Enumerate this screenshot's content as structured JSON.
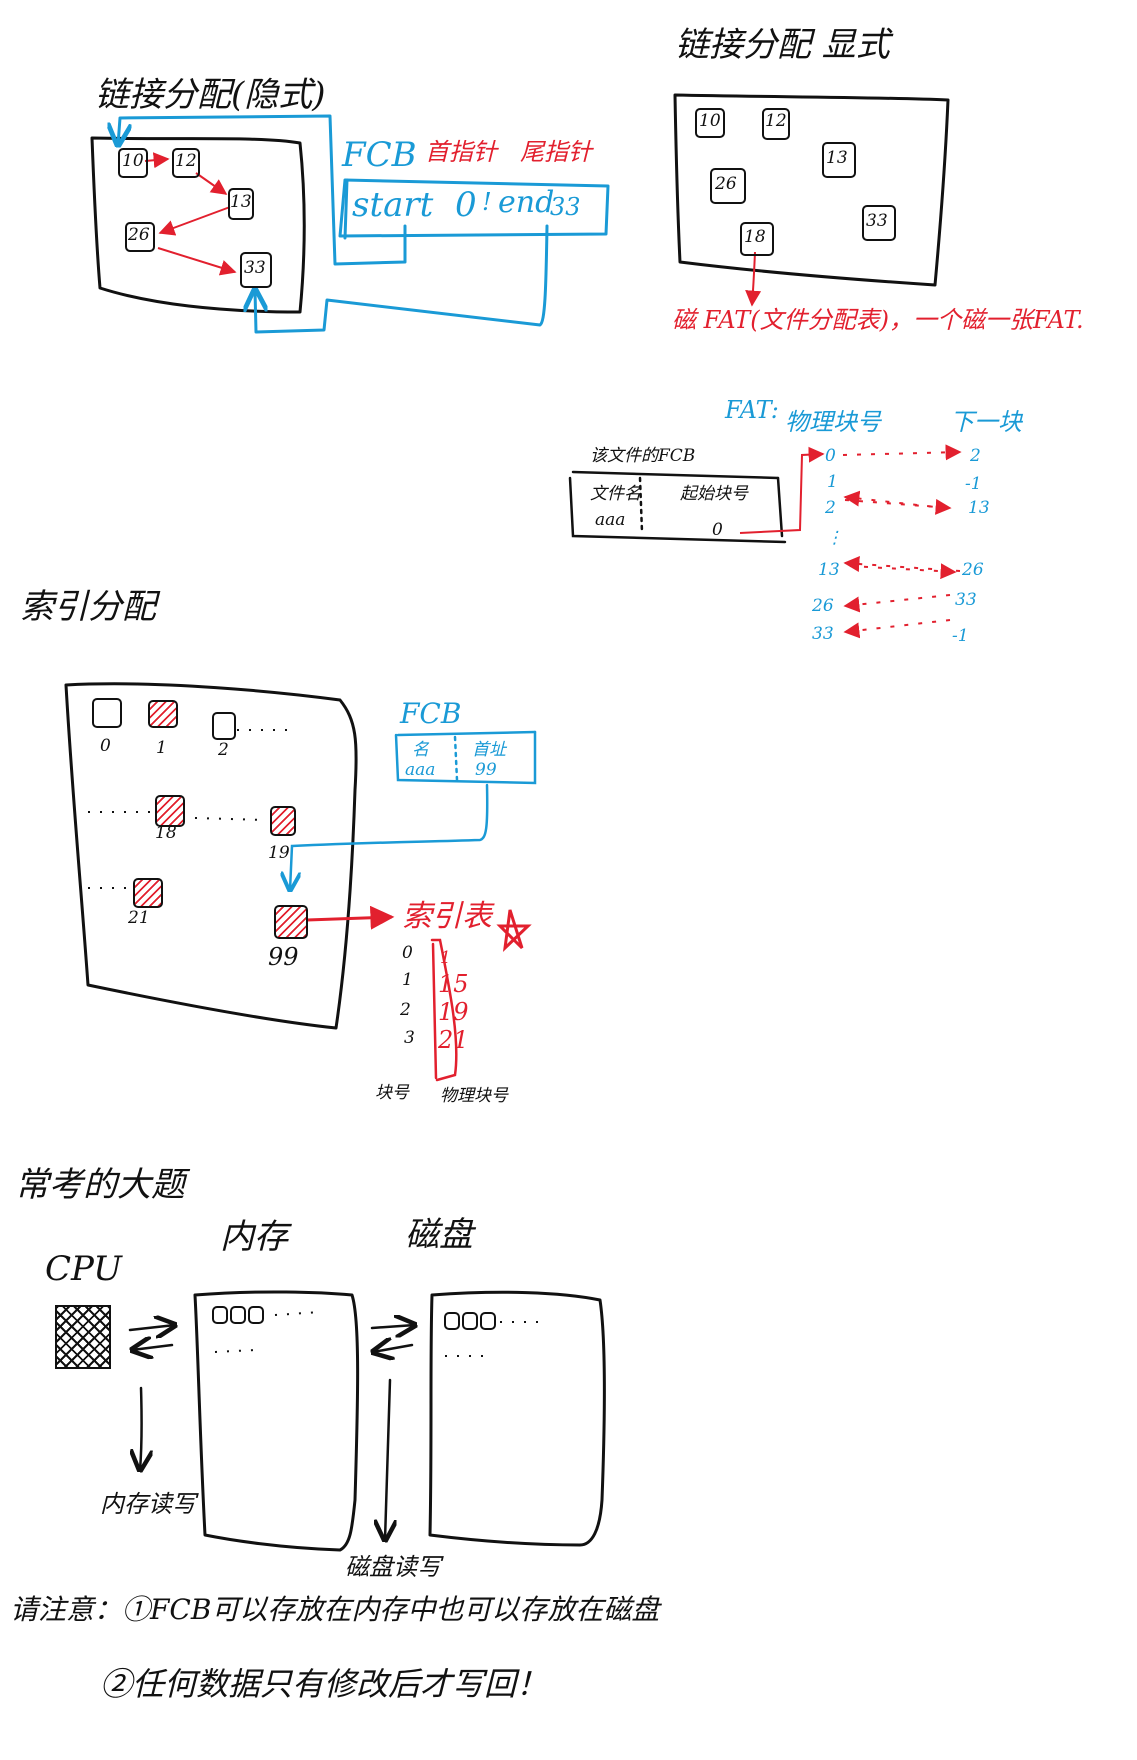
{
  "s1": {
    "title": "链接分配(隐式)",
    "blocks": [
      "10",
      "12",
      "13",
      "26",
      "33"
    ],
    "fcb_label": "FCB",
    "head_ptr": "首指针",
    "tail_ptr": "尾指针",
    "start": "start",
    "start_val": "0",
    "end": "end",
    "end_val": "33"
  },
  "s2": {
    "title": "链接分配 显式",
    "blocks": [
      "10",
      "12",
      "13",
      "26",
      "33",
      "18"
    ],
    "note": "磁 FAT(文件分配表)，一个磁一张FAT."
  },
  "s3": {
    "fcb_title": "该文件的FCB",
    "col_name": "文件名",
    "col_start": "起始块号",
    "name_val": "aaa",
    "start_val": "0",
    "fat_label": "FAT:",
    "col_phys": "物理块号",
    "col_next": "下一块",
    "phys": [
      "0",
      "1",
      "2",
      "⋮",
      "13",
      "26",
      "33"
    ],
    "next": [
      "2",
      "-1",
      "13",
      "26",
      "33",
      "-1"
    ]
  },
  "s4": {
    "title": "索引分配",
    "block_labels": [
      "0",
      "1",
      "2",
      "18",
      "19",
      "21",
      "99"
    ],
    "fcb_label": "FCB",
    "fcb_name": "名",
    "fcb_addr": "首址",
    "fcb_name_val": "aaa",
    "fcb_addr_val": "99",
    "index_table": "索引表",
    "row_idx": [
      "0",
      "1",
      "2",
      "3"
    ],
    "row_phys": [
      "1",
      "15",
      "19",
      "21"
    ],
    "col_logical": "块号",
    "col_phys": "物理块号"
  },
  "s5": {
    "title": "常考的大题",
    "cpu": "CPU",
    "memory": "内存",
    "disk": "磁盘",
    "mem_rw": "内存读写",
    "disk_rw": "磁盘读写",
    "note1": "请注意：①FCB可以存放在内存中也可以存放在磁盘",
    "note2": "②任何数据只有修改后才写回！"
  }
}
